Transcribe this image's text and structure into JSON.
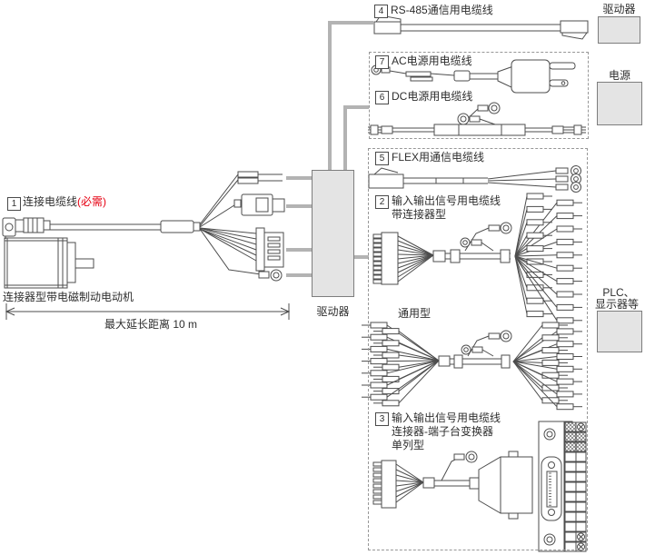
{
  "colors": {
    "line_art": "#4d4d4d",
    "connector_line": "#b3b3b3",
    "device_box_fill": "#e4e4e4",
    "required_red": "#e60012"
  },
  "left": {
    "cable": {
      "num": "1",
      "label": "连接电缆线",
      "required": "(必需)"
    },
    "motor_label": "连接器型带电磁制动电动机",
    "distance_label": "最大延长距离 10 m"
  },
  "center": {
    "driver_label": "驱动器"
  },
  "right": {
    "rs485": {
      "num": "4",
      "label": "RS-485通信用电缆线"
    },
    "driver_label": "驱动器",
    "power_label": "电源",
    "plc_label_line1": "PLC、",
    "plc_label_line2": "显示器等",
    "ac": {
      "num": "7",
      "label": "AC电源用电缆线"
    },
    "dc": {
      "num": "6",
      "label": "DC电源用电缆线"
    },
    "flex": {
      "num": "5",
      "label": "FLEX用通信电缆线"
    },
    "io_connector": {
      "num": "2",
      "label_line1": "输入输出信号用电缆线",
      "label_line2": "带连接器型"
    },
    "general_label": "通用型",
    "io_converter": {
      "num": "3",
      "label_line1": "输入输出信号用电缆线",
      "label_line2": "连接器-端子台变换器",
      "label_line3": "单列型"
    }
  }
}
